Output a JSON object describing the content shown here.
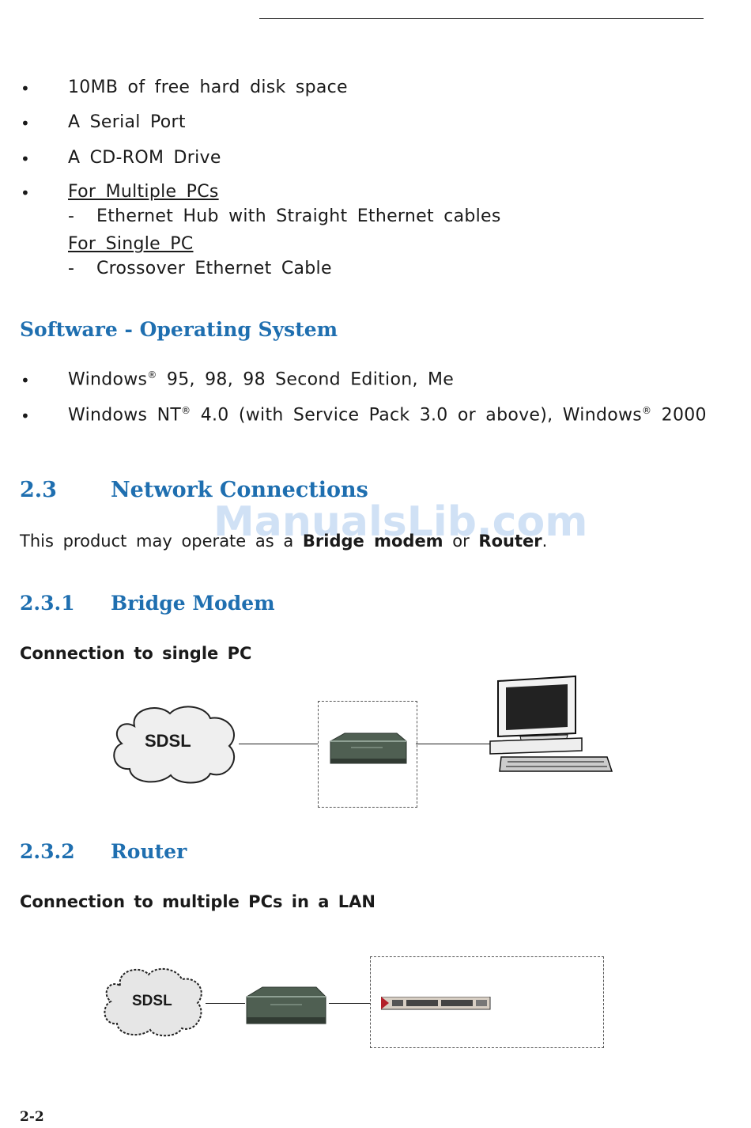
{
  "requirements": [
    {
      "text": "10MB of free hard disk space"
    },
    {
      "text": "A Serial Port"
    },
    {
      "text": "A CD-ROM Drive"
    }
  ],
  "network_req": {
    "multi_label": "For Multiple PCs",
    "multi_item": "Ethernet Hub with Straight Ethernet cables",
    "single_label": "For Single PC",
    "single_item": "Crossover Ethernet Cable",
    "dash": "-"
  },
  "bullet_char": "•",
  "software_heading": "Software - Operating System",
  "os": {
    "line1_a": "Windows",
    "line1_b": " 95, 98, 98 Second Edition, Me",
    "line2_a": "Windows NT",
    "line2_b": " 4.0 (with Service Pack 3.0 or above), Windows",
    "line2_c": " 2000",
    "reg": "®"
  },
  "section_23": {
    "number": "2.3",
    "title": "Network Connections"
  },
  "intro": {
    "prefix": "This product may operate as a ",
    "bridge": "Bridge modem",
    "or": " or ",
    "router": "Router",
    "suffix": "."
  },
  "section_231": {
    "number": "2.3.1",
    "title": "Bridge Modem"
  },
  "single_pc_caption": "Connection to single PC",
  "section_232": {
    "number": "2.3.2",
    "title": "Router"
  },
  "multi_pc_caption": "Connection to multiple PCs in a LAN",
  "cloud_label": "SDSL",
  "watermark": "ManualsLib.com",
  "page_number": "2-2",
  "colors": {
    "heading": "#1f6fb0",
    "text": "#1a1a1a",
    "modem": "#4a5a4e"
  }
}
